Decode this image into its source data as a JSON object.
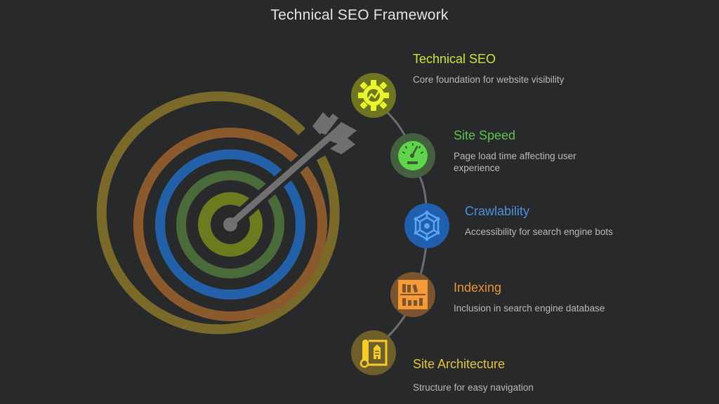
{
  "title": "Technical SEO Framework",
  "colors": {
    "background": "#28292b",
    "title_text": "#e6e6e6",
    "desc_text": "#b9b9b9",
    "connector": "#6b6d70",
    "arrow": "#707070"
  },
  "target": {
    "rings": [
      {
        "name": "outer-ring",
        "color": "#7a6a2a"
      },
      {
        "name": "orange-ring",
        "color": "#8a5a2c"
      },
      {
        "name": "blue-ring",
        "color": "#2260a8"
      },
      {
        "name": "green-ring",
        "color": "#4a6a3a"
      },
      {
        "name": "inner-olive-ring",
        "color": "#6e7a1e"
      }
    ],
    "bullseye_color": "#707070"
  },
  "steps": [
    {
      "id": "technical-seo",
      "title": "Technical SEO",
      "description": "Core foundation for website visibility",
      "icon": "gear-chart-icon",
      "title_color": "#cde632",
      "icon_color": "#e8f52a",
      "circle_color": "#6e7420"
    },
    {
      "id": "site-speed",
      "title": "Site Speed",
      "description": "Page load time affecting user experience",
      "icon": "speedometer-icon",
      "title_color": "#5dc24a",
      "icon_color": "#5ed44a",
      "circle_color": "#45603f"
    },
    {
      "id": "crawlability",
      "title": "Crawlability",
      "description": "Accessibility for search engine bots",
      "icon": "spider-web-icon",
      "title_color": "#4a90e0",
      "icon_color": "#5aa6f0",
      "circle_color": "#1e5fae"
    },
    {
      "id": "indexing",
      "title": "Indexing",
      "description": "Inclusion in search engine database",
      "icon": "bookshelf-icon",
      "title_color": "#e8963a",
      "icon_color": "#f79a36",
      "circle_color": "#7a5430"
    },
    {
      "id": "site-architecture",
      "title": "Site Architecture",
      "description": "Structure for easy navigation",
      "icon": "blueprint-icon",
      "title_color": "#e6c43a",
      "icon_color": "#f5cc2a",
      "circle_color": "#6e5e2a"
    }
  ]
}
